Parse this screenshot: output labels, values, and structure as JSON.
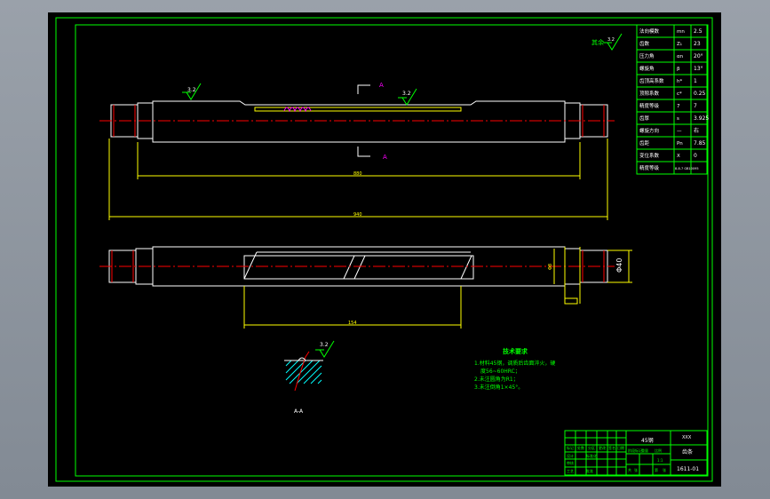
{
  "colors": {
    "background": "#000000",
    "frame": "#00ff00",
    "outline": "#ffffff",
    "dimension": "#ffff00",
    "centerline": "#ff0000",
    "section_label": "#ff00ff",
    "hatch": "#00ffff",
    "note": "#00ff00"
  },
  "surface_finish": {
    "general": "其余",
    "general_value": "3.2",
    "top_left": "3.2",
    "top_middle": "3.2",
    "section_symbol": "3.2"
  },
  "section": {
    "marker_top": "A",
    "marker_bottom": "A",
    "view_label": "A-A"
  },
  "dimensions": {
    "shaft_length_inner": "880",
    "shaft_length_overall": "940",
    "thread_length": "154",
    "diameter_right": "Φ40",
    "diameter_left": "Φ8"
  },
  "params_table": [
    {
      "name": "法向模数",
      "symbol": "mn",
      "value": "2.5"
    },
    {
      "name": "齿数",
      "symbol": "Z₁",
      "value": "23"
    },
    {
      "name": "压力角",
      "symbol": "αn",
      "value": "20°"
    },
    {
      "name": "螺旋角",
      "symbol": "β",
      "value": "13°"
    },
    {
      "name": "齿顶高系数",
      "symbol": "h*",
      "value": "1"
    },
    {
      "name": "顶隙系数",
      "symbol": "c*",
      "value": "0.25"
    },
    {
      "name": "精度等级",
      "symbol": "7",
      "value": "7"
    },
    {
      "name": "齿厚",
      "symbol": "s",
      "value": "3.925"
    },
    {
      "name": "螺旋方向",
      "symbol": "—",
      "value": "右"
    },
    {
      "name": "齿距",
      "symbol": "Pn",
      "value": "7.85"
    },
    {
      "name": "变位系数",
      "symbol": "X",
      "value": "0"
    },
    {
      "name": "精度等级",
      "symbol": "",
      "value": "8-8-7 GB10095"
    }
  ],
  "tech_notes": {
    "title": "技术要求",
    "items": [
      "1.材料45钢，调质后齿面淬火，硬",
      "度56~60HRC；",
      "2.未注圆角为R1；",
      "3.未注倒角1×45°。"
    ]
  },
  "title_block": {
    "material": "45钢",
    "company": "XXX",
    "part_name": "齿条",
    "drawing_no": "1611-01",
    "cells": [
      "标记",
      "处数",
      "分区",
      "更改",
      "签名",
      "日期",
      "设计",
      "标准化",
      "审核",
      "工艺",
      "批准",
      "阶段标记",
      "重量",
      "比例",
      "1:1",
      "共",
      "张",
      "第",
      "张"
    ]
  }
}
